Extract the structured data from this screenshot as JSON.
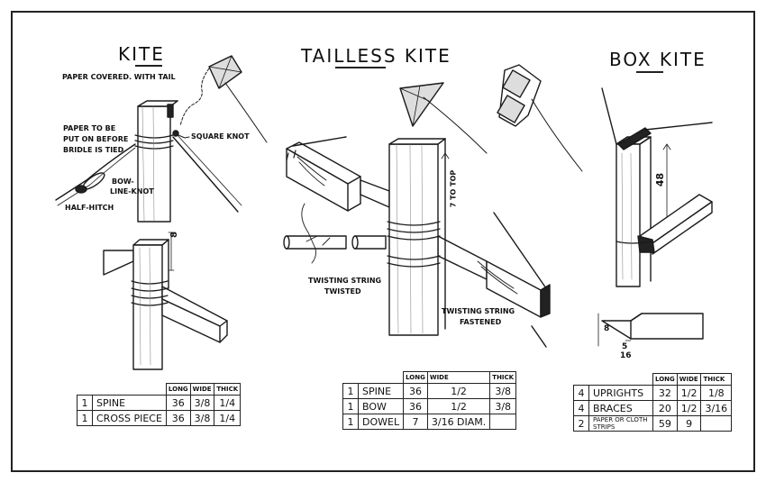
{
  "titles": {
    "kite": "KITE",
    "tailless": "TAILLESS KITE",
    "box": "BOX KITE"
  },
  "kite_labels": {
    "subtitle": "PAPER COVERED. WITH TAIL",
    "paper": "PAPER TO BE",
    "put_on": "PUT ON BEFORE",
    "bridle": "BRIDLE IS TIED",
    "square_knot": "SQUARE KNOT",
    "bow": "BOW-",
    "line_knot": "LINE-KNOT",
    "half_hitch": "HALF-HITCH",
    "spine_dim": "8"
  },
  "tailless_labels": {
    "to_top": "7 TO TOP",
    "twisting1": "TWISTING STRING",
    "twisted": "TWISTED",
    "twisting2": "TWISTING STRING",
    "fastened": "FASTENED"
  },
  "box_labels": {
    "dim_48": "48",
    "dim_8": "8",
    "dim_5": "5",
    "dim_16": "16"
  },
  "table_headers": {
    "long": "LONG",
    "wide": "WIDE",
    "thick": "THICK"
  },
  "tables": {
    "kite": [
      {
        "qty": "1",
        "name": "SPINE",
        "long": "36",
        "wide": "3/8",
        "thick": "1/4"
      },
      {
        "qty": "1",
        "name": "CROSS PIECE",
        "long": "36",
        "wide": "3/8",
        "thick": "1/4"
      }
    ],
    "tailless": [
      {
        "qty": "1",
        "name": "SPINE",
        "long": "36",
        "wide": "1/2",
        "thick": "3/8"
      },
      {
        "qty": "1",
        "name": "BOW",
        "long": "36",
        "wide": "1/2",
        "thick": "3/8"
      },
      {
        "qty": "1",
        "name": "DOWEL",
        "long": "7",
        "wide": "3/16 DIAM.",
        "thick": ""
      }
    ],
    "box": [
      {
        "qty": "4",
        "name": "UPRIGHTS",
        "long": "32",
        "wide": "1/2",
        "thick": "1/8"
      },
      {
        "qty": "4",
        "name": "BRACES",
        "long": "20",
        "wide": "1/2",
        "thick": "3/16"
      },
      {
        "qty": "2",
        "name": "PAPER OR CLOTH STRIPS",
        "long": "59",
        "wide": "9",
        "thick": ""
      }
    ]
  }
}
